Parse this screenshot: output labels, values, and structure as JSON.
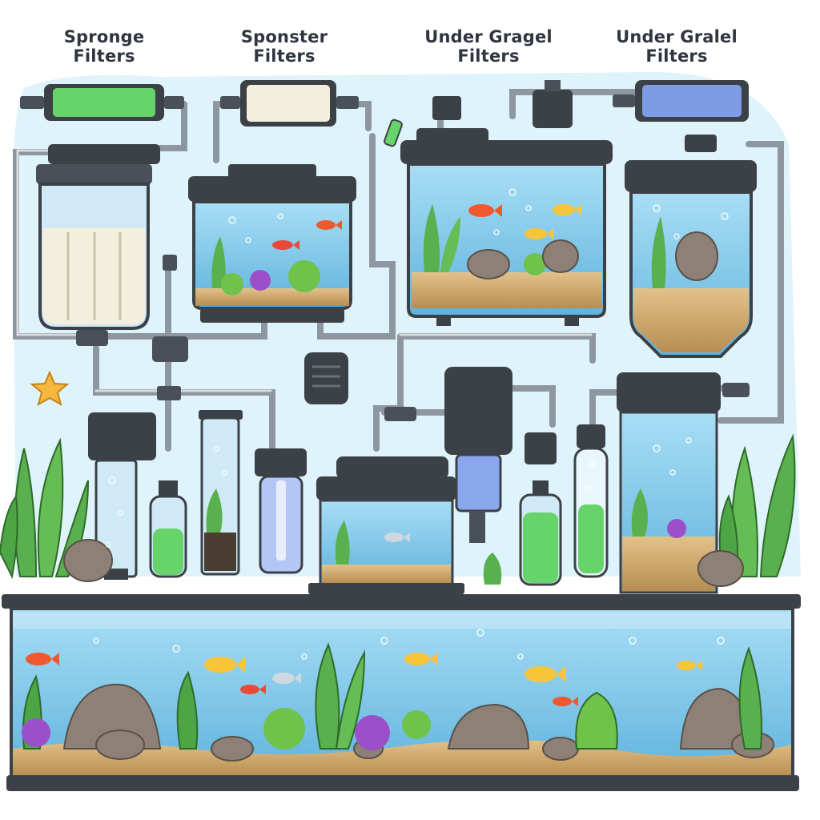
{
  "headings": [
    {
      "line1": "Spronge",
      "line2": "Filters"
    },
    {
      "line1": "Sponster",
      "line2": "Filters"
    },
    {
      "line1": "Under Gragel",
      "line2": "Filters"
    },
    {
      "line1": "Under Gralel",
      "line2": "Filters"
    }
  ],
  "colors": {
    "backdrop": "#dff3fb",
    "water": "#8fd0ef",
    "water_deep": "#5fb3dd",
    "lid": "#3c4147",
    "pipe": "#9aa4ad",
    "sand": "#d9b77c",
    "plant": "#4caf50",
    "rock": "#8d8177",
    "media_green": "#66d46a",
    "media_white": "#f4eedc",
    "media_blue": "#7e9be6"
  },
  "icons": [
    "star-icon",
    "fish-icon",
    "plant-icon",
    "rock-icon",
    "bubble-icon",
    "valve-icon"
  ]
}
